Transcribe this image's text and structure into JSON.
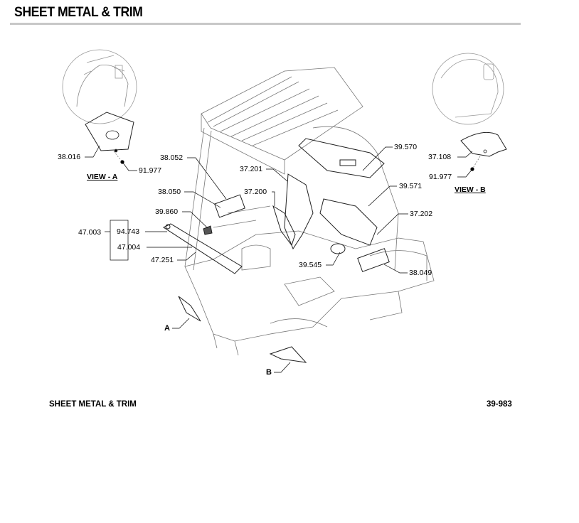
{
  "header": {
    "title": "SHEET METAL & TRIM"
  },
  "views": {
    "view_a": "VIEW - A",
    "view_b": "VIEW - B",
    "arrow_a": "A",
    "arrow_b": "B"
  },
  "callouts": {
    "c38016": "38.016",
    "c91977a": "91.977",
    "c38052": "38.052",
    "c38050": "38.050",
    "c39860": "39.860",
    "c47003": "47.003",
    "c94743": "94.743",
    "c47004": "47.004",
    "c47251": "47.251",
    "c37201": "37.201",
    "c37200": "37.200",
    "c39570": "39.570",
    "c39571": "39.571",
    "c37202": "37.202",
    "c39545": "39.545",
    "c38049": "38.049",
    "c37108": "37.108",
    "c91977b": "91.977"
  },
  "footer": {
    "section": "SHEET METAL & TRIM",
    "figure_number": "39-983"
  }
}
